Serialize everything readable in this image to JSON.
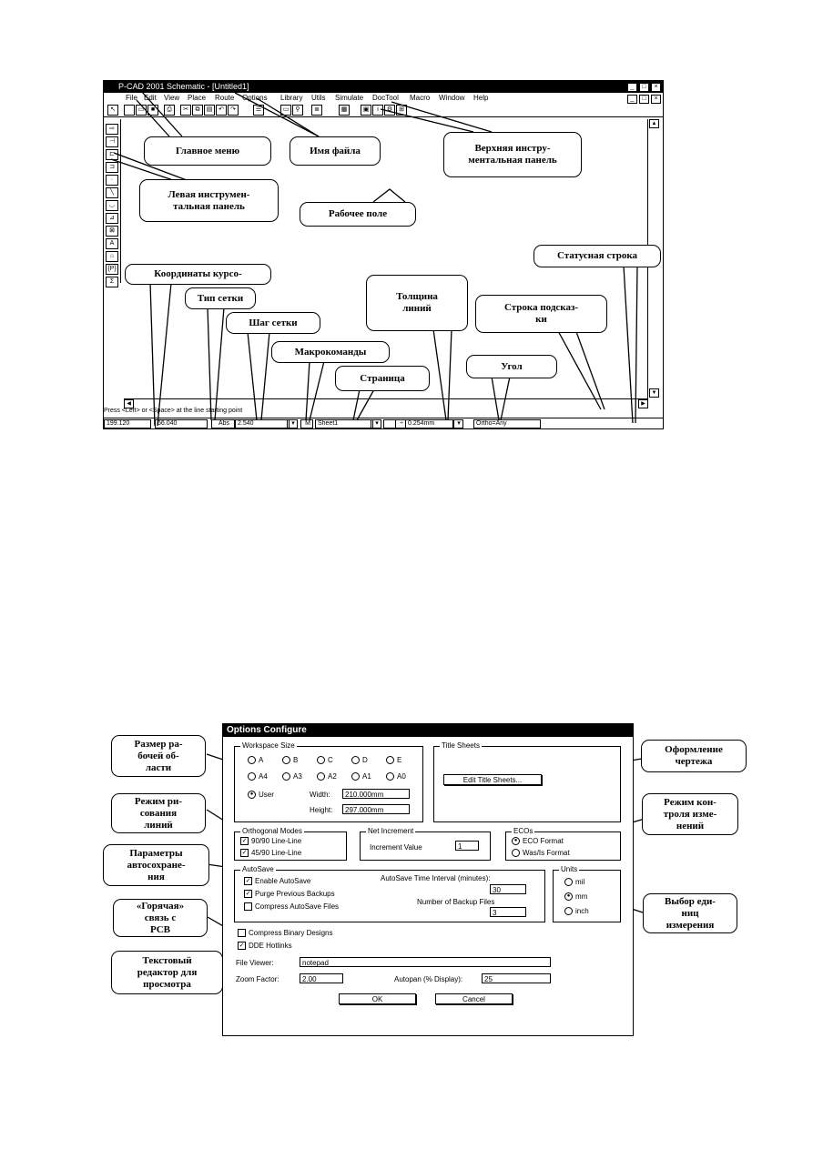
{
  "window": {
    "title": "P-CAD 2001 Schematic - [Untitled1]",
    "menu": [
      "File",
      "Edit",
      "View",
      "Place",
      "Route",
      "Options",
      "Library",
      "Utils",
      "Simulate",
      "DocTool",
      "Macro",
      "Window",
      "Help"
    ],
    "prompt": "Press <Left> or <Space> at the line starting point",
    "status": {
      "x": "199.120",
      "y": "66.040",
      "grid_type": "Abs",
      "grid_step": "2.540",
      "macro": "M",
      "sheet": "Sheet1",
      "line_width": "0.254mm",
      "angle": "Ortho=Any"
    }
  },
  "callouts_top": {
    "main_menu": "Главное меню",
    "file_name": "Имя файла",
    "top_toolbar": "Верхняя инстру-\nментальная панель",
    "left_toolbar": "Левая инструмен-\nтальная панель",
    "workspace": "Рабочее поле",
    "status_line": "Статусная строка",
    "cursor_coords": "Координаты курсо-",
    "grid_type": "Тип сетки",
    "grid_step": "Шаг сетки",
    "line_width": "Толщина\nлиний",
    "hint_line": "Строка подсказ-\nки",
    "macros": "Макрокоманды",
    "page": "Страница",
    "angle": "Угол"
  },
  "dialog": {
    "title": "Options Configure",
    "workspace_size": {
      "label": "Workspace Size",
      "sizes_row1": [
        "A",
        "B",
        "C",
        "D",
        "E"
      ],
      "sizes_row2": [
        "A4",
        "A3",
        "A2",
        "A1",
        "A0"
      ],
      "user": "User",
      "width_label": "Width:",
      "width_value": "210.000mm",
      "height_label": "Height:",
      "height_value": "297.000mm"
    },
    "title_sheets": {
      "label": "Title Sheets",
      "button": "Edit Title Sheets..."
    },
    "orthogonal": {
      "label": "Orthogonal Modes",
      "opt1": "90/90 Line-Line",
      "opt2": "45/90 Line-Line"
    },
    "net_increment": {
      "label": "Net Increment",
      "value_label": "Increment Value",
      "value": "1"
    },
    "ecos": {
      "label": "ECOs",
      "opt1": "ECO Format",
      "opt2": "Was/Is Format"
    },
    "autosave": {
      "label": "AutoSave",
      "enable": "Enable AutoSave",
      "purge": "Purge Previous Backups",
      "compress": "Compress AutoSave Files",
      "interval_label": "AutoSave Time Interval (minutes):",
      "interval_value": "30",
      "backups_label": "Number of Backup Files",
      "backups_value": "3"
    },
    "units": {
      "label": "Units",
      "mil": "mil",
      "mm": "mm",
      "inch": "inch"
    },
    "compress_binary": "Compress Binary Designs",
    "dde_hotlinks": "DDE Hotlinks",
    "file_viewer_label": "File Viewer:",
    "file_viewer_value": "notepad",
    "zoom_label": "Zoom Factor:",
    "zoom_value": "2.00",
    "autopan_label": "Autopan (% Display):",
    "autopan_value": "25",
    "ok": "OK",
    "cancel": "Cancel"
  },
  "callouts_dialog": {
    "workspace_size": "Размер ра-\nбочей об-\nласти",
    "drawing_mode": "Режим ри-\nсования\nлиний",
    "autosave_params": "Параметры\nавтосохране-\nния",
    "hot_link": "«Горячая»\nсвязь с\nPCB",
    "text_editor": "Текстовый\nредактор для\nпросмотра",
    "title_design": "Оформление\nчертежа",
    "change_control": "Режим кон-\nтроля изме-\nнений",
    "unit_choice": "Выбор еди-\nниц\nизмерения"
  }
}
